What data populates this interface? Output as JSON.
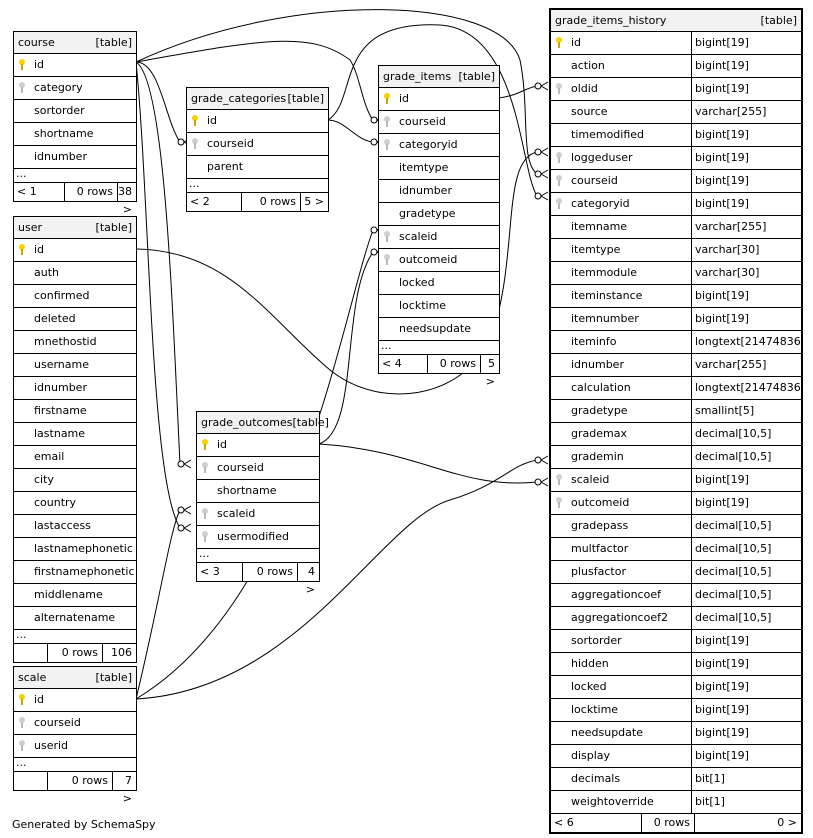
{
  "tables": [
    {
      "name": "course",
      "kind": "[table]",
      "columns": [
        {
          "name": "id",
          "key": "pk"
        },
        {
          "name": "category",
          "key": "fk"
        },
        {
          "name": "sortorder",
          "key": ""
        },
        {
          "name": "shortname",
          "key": ""
        },
        {
          "name": "idnumber",
          "key": ""
        }
      ],
      "footer": {
        "parents": "< 1",
        "rows": "0 rows",
        "children": "38 >"
      }
    },
    {
      "name": "user",
      "kind": "[table]",
      "columns": [
        {
          "name": "id",
          "key": "pk"
        },
        {
          "name": "auth",
          "key": ""
        },
        {
          "name": "confirmed",
          "key": ""
        },
        {
          "name": "deleted",
          "key": ""
        },
        {
          "name": "mnethostid",
          "key": ""
        },
        {
          "name": "username",
          "key": ""
        },
        {
          "name": "idnumber",
          "key": ""
        },
        {
          "name": "firstname",
          "key": ""
        },
        {
          "name": "lastname",
          "key": ""
        },
        {
          "name": "email",
          "key": ""
        },
        {
          "name": "city",
          "key": ""
        },
        {
          "name": "country",
          "key": ""
        },
        {
          "name": "lastaccess",
          "key": ""
        },
        {
          "name": "lastnamephonetic",
          "key": ""
        },
        {
          "name": "firstnamephonetic",
          "key": ""
        },
        {
          "name": "middlename",
          "key": ""
        },
        {
          "name": "alternatename",
          "key": ""
        }
      ],
      "footer": {
        "parents": "",
        "rows": "0 rows",
        "children": "106 >"
      }
    },
    {
      "name": "scale",
      "kind": "[table]",
      "columns": [
        {
          "name": "id",
          "key": "pk"
        },
        {
          "name": "courseid",
          "key": "fk"
        },
        {
          "name": "userid",
          "key": "fk"
        }
      ],
      "footer": {
        "parents": "",
        "rows": "0 rows",
        "children": "7 >"
      }
    },
    {
      "name": "grade_categories",
      "kind": "[table]",
      "columns": [
        {
          "name": "id",
          "key": "pk"
        },
        {
          "name": "courseid",
          "key": "fk"
        },
        {
          "name": "parent",
          "key": ""
        }
      ],
      "footer": {
        "parents": "< 2",
        "rows": "0 rows",
        "children": "5 >"
      }
    },
    {
      "name": "grade_outcomes",
      "kind": "[table]",
      "columns": [
        {
          "name": "id",
          "key": "pk"
        },
        {
          "name": "courseid",
          "key": "fk"
        },
        {
          "name": "shortname",
          "key": ""
        },
        {
          "name": "scaleid",
          "key": "fk"
        },
        {
          "name": "usermodified",
          "key": "fk"
        }
      ],
      "footer": {
        "parents": "< 3",
        "rows": "0 rows",
        "children": "4 >"
      }
    },
    {
      "name": "grade_items",
      "kind": "[table]",
      "columns": [
        {
          "name": "id",
          "key": "pk"
        },
        {
          "name": "courseid",
          "key": "fk"
        },
        {
          "name": "categoryid",
          "key": "fk"
        },
        {
          "name": "itemtype",
          "key": ""
        },
        {
          "name": "idnumber",
          "key": ""
        },
        {
          "name": "gradetype",
          "key": ""
        },
        {
          "name": "scaleid",
          "key": "fk"
        },
        {
          "name": "outcomeid",
          "key": "fk"
        },
        {
          "name": "locked",
          "key": ""
        },
        {
          "name": "locktime",
          "key": ""
        },
        {
          "name": "needsupdate",
          "key": ""
        }
      ],
      "footer": {
        "parents": "< 4",
        "rows": "0 rows",
        "children": "5 >"
      }
    },
    {
      "name": "grade_items_history",
      "kind": "[table]",
      "columns": [
        {
          "name": "id",
          "type": "bigint[19]",
          "key": "pk"
        },
        {
          "name": "action",
          "type": "bigint[19]",
          "key": ""
        },
        {
          "name": "oldid",
          "type": "bigint[19]",
          "key": "fk"
        },
        {
          "name": "source",
          "type": "varchar[255]",
          "key": ""
        },
        {
          "name": "timemodified",
          "type": "bigint[19]",
          "key": ""
        },
        {
          "name": "loggeduser",
          "type": "bigint[19]",
          "key": "fk"
        },
        {
          "name": "courseid",
          "type": "bigint[19]",
          "key": "fk"
        },
        {
          "name": "categoryid",
          "type": "bigint[19]",
          "key": "fk"
        },
        {
          "name": "itemname",
          "type": "varchar[255]",
          "key": ""
        },
        {
          "name": "itemtype",
          "type": "varchar[30]",
          "key": ""
        },
        {
          "name": "itemmodule",
          "type": "varchar[30]",
          "key": ""
        },
        {
          "name": "iteminstance",
          "type": "bigint[19]",
          "key": ""
        },
        {
          "name": "itemnumber",
          "type": "bigint[19]",
          "key": ""
        },
        {
          "name": "iteminfo",
          "type": "longtext[2147483647]",
          "key": ""
        },
        {
          "name": "idnumber",
          "type": "varchar[255]",
          "key": ""
        },
        {
          "name": "calculation",
          "type": "longtext[2147483647]",
          "key": ""
        },
        {
          "name": "gradetype",
          "type": "smallint[5]",
          "key": ""
        },
        {
          "name": "grademax",
          "type": "decimal[10,5]",
          "key": ""
        },
        {
          "name": "grademin",
          "type": "decimal[10,5]",
          "key": ""
        },
        {
          "name": "scaleid",
          "type": "bigint[19]",
          "key": "fk"
        },
        {
          "name": "outcomeid",
          "type": "bigint[19]",
          "key": "fk"
        },
        {
          "name": "gradepass",
          "type": "decimal[10,5]",
          "key": ""
        },
        {
          "name": "multfactor",
          "type": "decimal[10,5]",
          "key": ""
        },
        {
          "name": "plusfactor",
          "type": "decimal[10,5]",
          "key": ""
        },
        {
          "name": "aggregationcoef",
          "type": "decimal[10,5]",
          "key": ""
        },
        {
          "name": "aggregationcoef2",
          "type": "decimal[10,5]",
          "key": ""
        },
        {
          "name": "sortorder",
          "type": "bigint[19]",
          "key": ""
        },
        {
          "name": "hidden",
          "type": "bigint[19]",
          "key": ""
        },
        {
          "name": "locked",
          "type": "bigint[19]",
          "key": ""
        },
        {
          "name": "locktime",
          "type": "bigint[19]",
          "key": ""
        },
        {
          "name": "needsupdate",
          "type": "bigint[19]",
          "key": ""
        },
        {
          "name": "display",
          "type": "bigint[19]",
          "key": ""
        },
        {
          "name": "decimals",
          "type": "bit[1]",
          "key": ""
        },
        {
          "name": "weightoverride",
          "type": "bit[1]",
          "key": ""
        }
      ],
      "footer": {
        "parents": "< 6",
        "rows": "0 rows",
        "children": "0 >"
      }
    }
  ],
  "credit": "Generated by SchemaSpy"
}
